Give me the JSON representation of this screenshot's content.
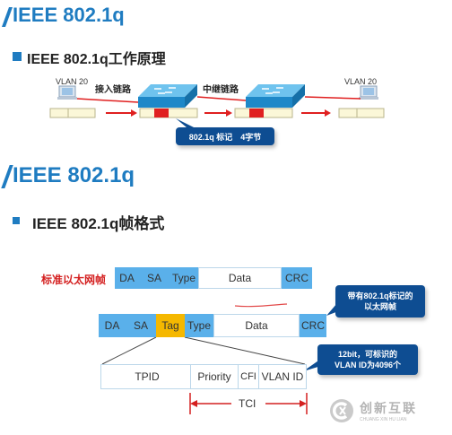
{
  "header1": {
    "title": "IEEE 802.1q"
  },
  "section1": {
    "heading": "IEEE 802.1q工作原理",
    "vlan_left": "VLAN 20",
    "vlan_right": "VLAN 20",
    "access_link": "接入链路",
    "trunk_link": "中继链路",
    "callout": "802.1q 标记　4字节"
  },
  "header2": {
    "title": "IEEE 802.1q"
  },
  "section2": {
    "heading": "IEEE 802.1q帧格式",
    "std_label": "标准以太网帧",
    "std_frame": {
      "da": "DA",
      "sa": "SA",
      "type": "Type",
      "data": "Data",
      "crc": "CRC"
    },
    "tagged_frame": {
      "da": "DA",
      "sa": "SA",
      "tag": "Tag",
      "type": "Type",
      "data": "Data",
      "crc": "CRC"
    },
    "callout_tagged_line1": "带有802.1q标记的",
    "callout_tagged_line2": "以太网帧",
    "tag_fields": {
      "tpid": "TPID",
      "priority": "Priority",
      "cfi": "CFI",
      "vlan_id": "VLAN ID"
    },
    "callout_vlan_line1": "12bit，可标识的",
    "callout_vlan_line2": "VLAN ID为4096个",
    "tci": "TCI"
  },
  "watermark": {
    "cn": "创新互联",
    "en": "CHUANG XIN HU LIAN"
  },
  "colors": {
    "accent": "#1f7cc1",
    "field_blue": "#5ab0ea",
    "tag_orange": "#f5b800",
    "callout": "#0e4d92",
    "marker_red": "#e02020"
  }
}
